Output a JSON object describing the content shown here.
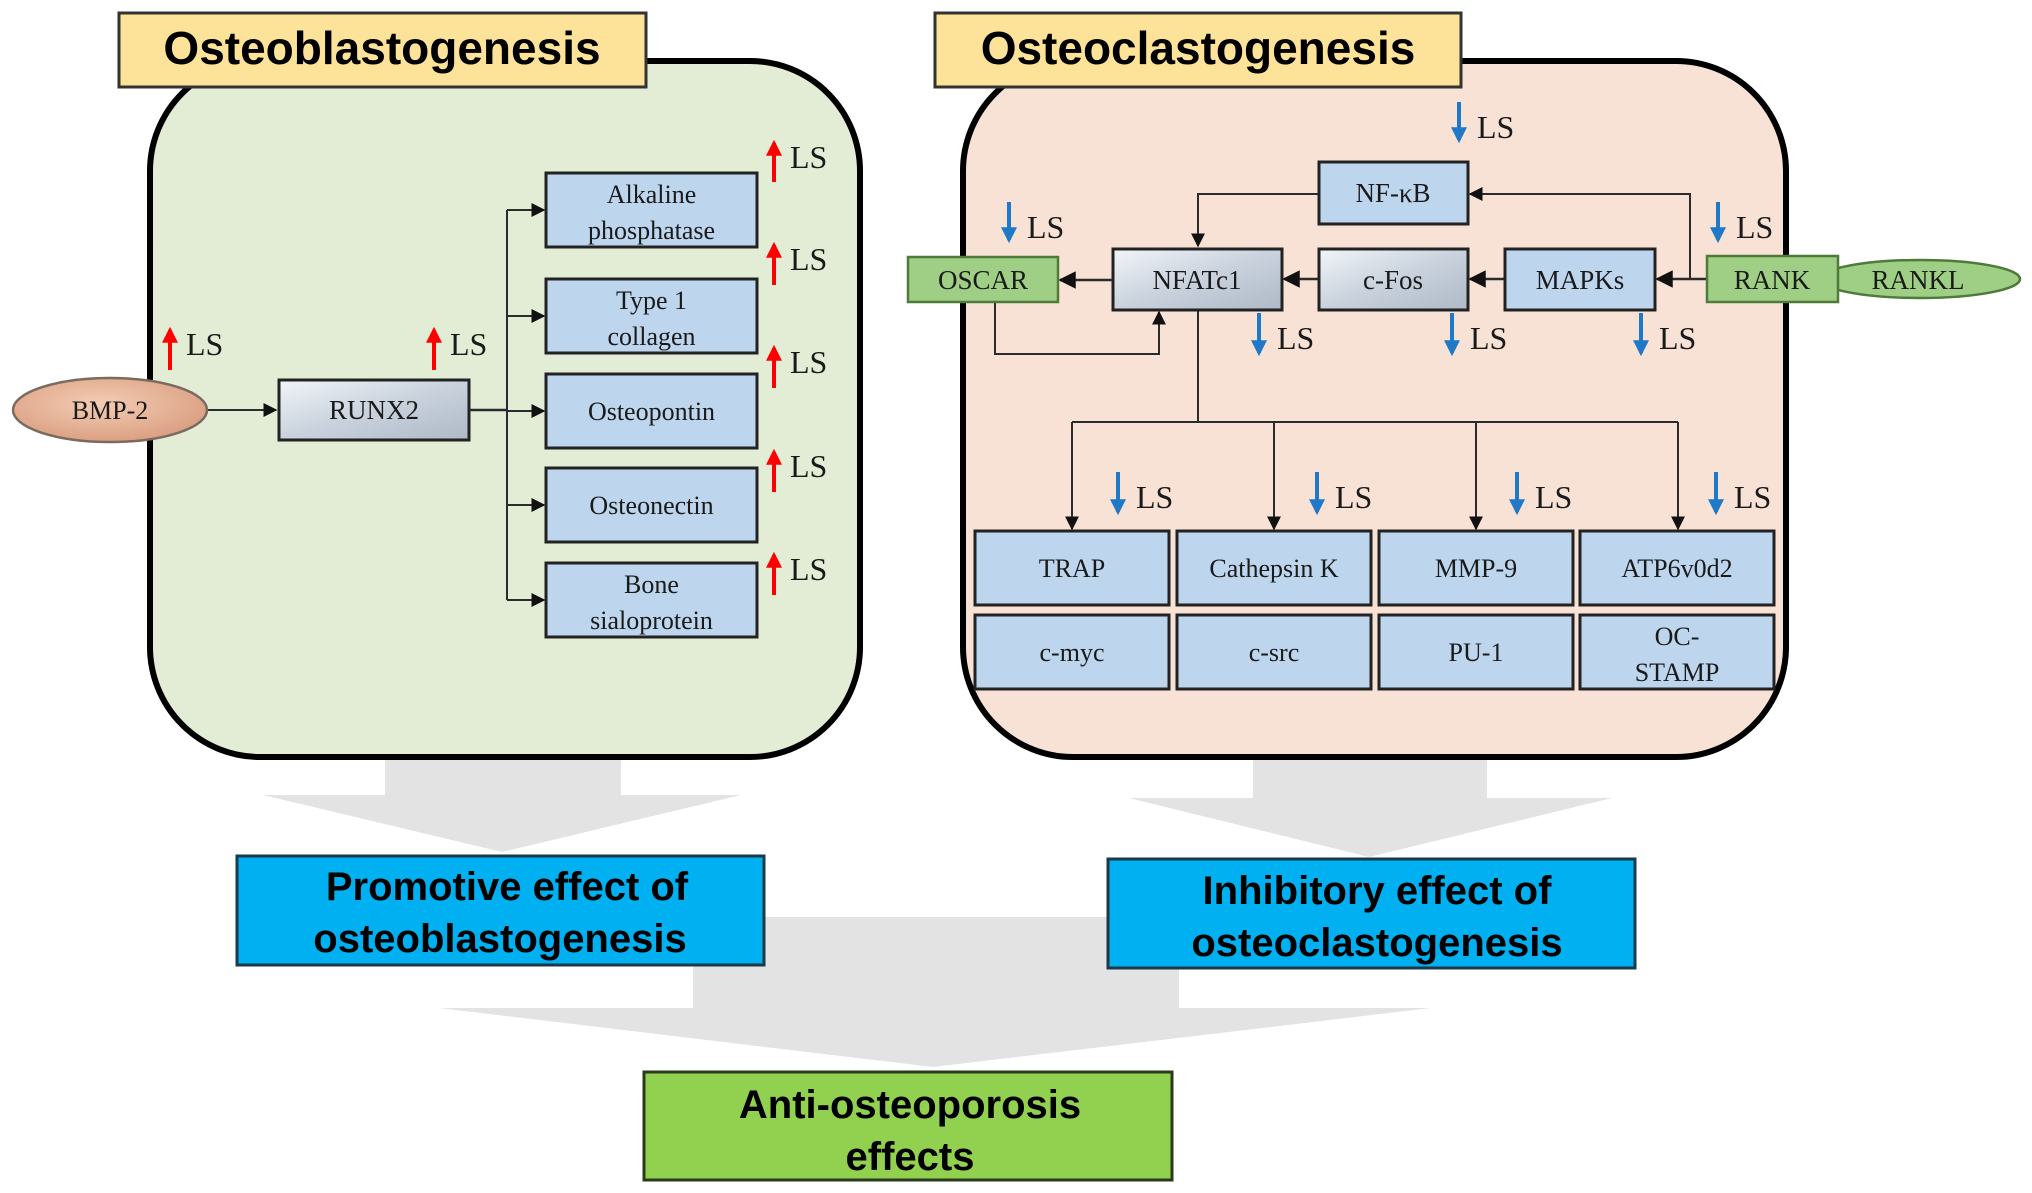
{
  "colors": {
    "osteoblast_panel_bg": "#e3edd6",
    "osteoclast_panel_bg": "#f8e2d5",
    "title_bg": "#fde399",
    "node_blue": "#bdd6ee",
    "node_green": "#9fcf85",
    "effect_blue": "#00b0f0",
    "result_green": "#92d050",
    "up_arrow": "#ff0000",
    "down_arrow": "#1f78c8",
    "flow_arrow": "#e3e3e3"
  },
  "osteoblastogenesis": {
    "title": "Osteoblastogenesis",
    "ligand": "BMP-2",
    "transcription_factor": "RUNX2",
    "markers": [
      {
        "line1": "Alkaline",
        "line2": "phosphatase"
      },
      {
        "line1": "Type 1",
        "line2": "collagen"
      },
      {
        "line1": "Osteopontin",
        "line2": ""
      },
      {
        "line1": "Osteonectin",
        "line2": ""
      },
      {
        "line1": "Bone",
        "line2": "sialoprotein"
      }
    ],
    "effect_label": "LS",
    "effect_direction": "up"
  },
  "osteoclastogenesis": {
    "title": "Osteoclastogenesis",
    "nodes": {
      "nfkb": "NF-κB",
      "nfatc1": "NFATc1",
      "cfos": "c-Fos",
      "mapks": "MAPKs",
      "rank": "RANK",
      "rankl": "RANKL",
      "oscar": "OSCAR"
    },
    "target_genes": [
      [
        "TRAP",
        "Cathepsin K",
        "MMP-9",
        "ATP6v0d2"
      ],
      [
        "c-myc",
        "c-src",
        "PU-1",
        "OC-STAMP"
      ]
    ],
    "effect_label": "LS",
    "effect_direction": "down"
  },
  "outcomes": {
    "promotive": {
      "line1": "Promotive effect of",
      "line2": "osteoblastogenesis"
    },
    "inhibitory": {
      "line1": "Inhibitory effect of",
      "line2": "osteoclastogenesis"
    },
    "final": {
      "line1": "Anti-osteoporosis",
      "line2": "effects"
    }
  }
}
